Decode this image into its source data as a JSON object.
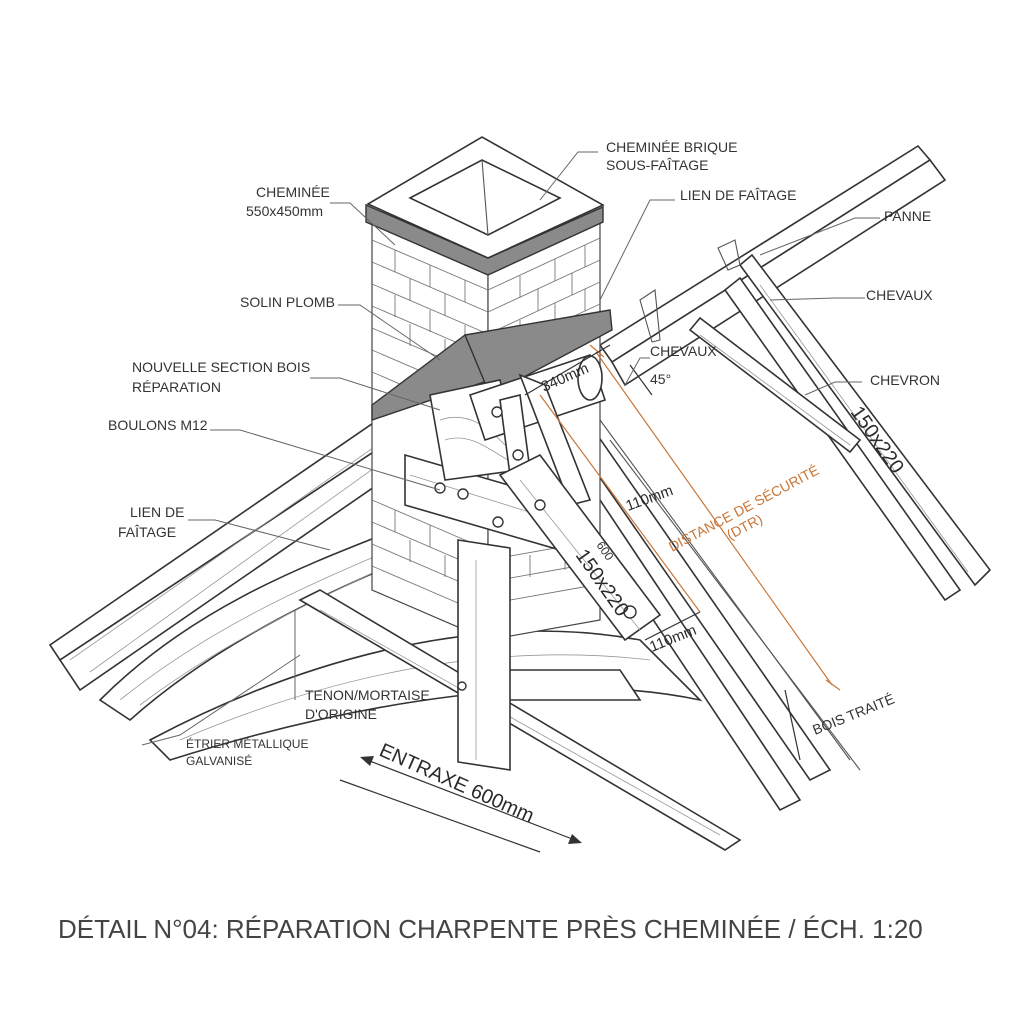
{
  "drawing": {
    "title": "DÉTAIL N°04: RÉPARATION CHARPENTE PRÈS CHEMINÉE / ÉCH. 1:20",
    "labels": {
      "cheminee_line1": "CHEMINÉE",
      "cheminee_line2": "550x450mm",
      "cheminee_brique_line1": "CHEMINÉE BRIQUE",
      "cheminee_brique_line2": "SOUS-FAÎTAGE",
      "lien_faitage_top": "LIEN DE FAÎTAGE",
      "panne": "PANNE",
      "solin_plomb": "SOLIN PLOMB",
      "chevaux_right": "CHEVAUX",
      "nouvelle_section_line1": "NOUVELLE SECTION BOIS",
      "nouvelle_section_line2": "RÉPARATION",
      "chevaux_mid": "CHEVAUX",
      "chevron": "CHEVRON",
      "boulons": "BOULONS M12",
      "lien_faitage_left_line1": "LIEN DE",
      "lien_faitage_left_line2": "FAÎTAGE",
      "tenon_line1": "TENON/MORTAISE",
      "tenon_line2": "D'ORIGINE",
      "etrier_line1": "ÉTRIER MÉTALLIQUE",
      "etrier_line2": "GALVANISÉ",
      "bois_traite": "BOIS TRAITÉ"
    },
    "dimensions": {
      "d340": "340mm",
      "angle": "45°",
      "d110_top": "110mm",
      "d110_bottom": "110mm",
      "d600_small": "600",
      "section_left": "150x220",
      "section_right": "150x220",
      "entraxe": "ENTRAXE 600mm"
    },
    "safety": {
      "line1": "DISTANCE DE SÉCURITÉ",
      "line2": "(DTR)",
      "color": "#c9763a"
    }
  }
}
